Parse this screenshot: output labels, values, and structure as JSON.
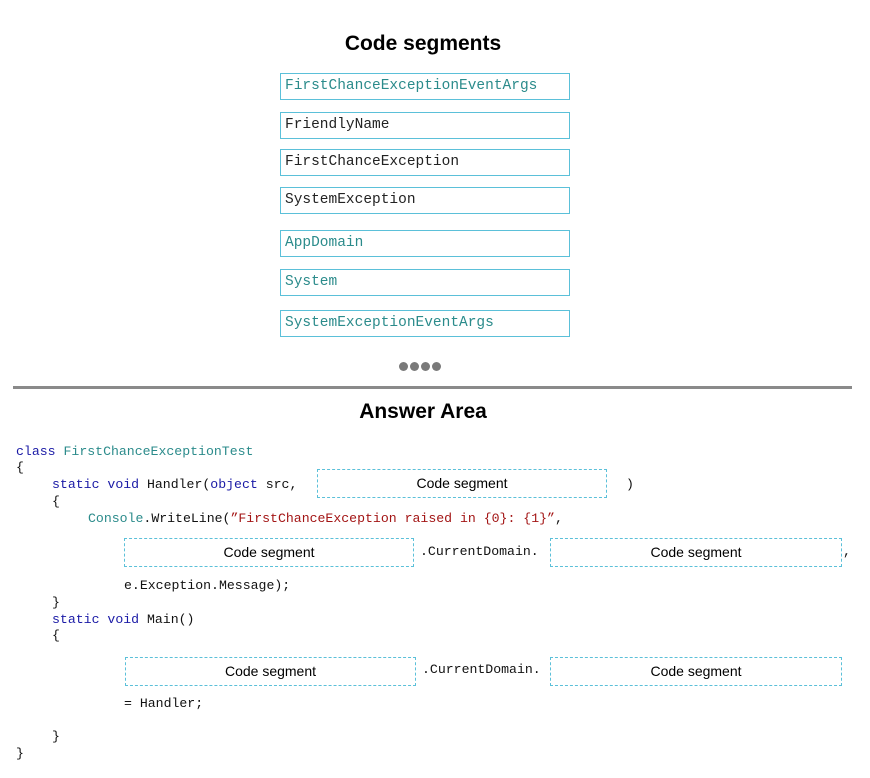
{
  "segments_title": "Code segments",
  "answer_title": "Answer Area",
  "segments": [
    {
      "label": "FirstChanceExceptionEventArgs",
      "color": "#2b8b8b"
    },
    {
      "label": "FriendlyName",
      "color": "#222222"
    },
    {
      "label": "FirstChanceException",
      "color": "#222222"
    },
    {
      "label": "SystemException",
      "color": "#222222"
    },
    {
      "label": "AppDomain",
      "color": "#2b8b8b"
    },
    {
      "label": "System",
      "color": "#2b8b8b"
    },
    {
      "label": "SystemExceptionEventArgs",
      "color": "#2b8b8b"
    }
  ],
  "drop_placeholder": "Code segment",
  "code": {
    "l1_kw": "class",
    "l1_type": "FirstChanceExceptionTest",
    "open_brace": "{",
    "close_brace": "}",
    "l3_static": "static",
    "l3_void": "void",
    "l3_handler": "Handler(",
    "l3_object": "object",
    "l3_src": "src,",
    "l3_close": ")",
    "l5_console": "Console",
    "l5_writeline": ".WriteLine(",
    "l5_string": "”FirstChanceException raised in {0}: {1}”",
    "l5_comma": ",",
    "current_domain": ".CurrentDomain.",
    "trailing_comma": ",",
    "l7_message": "e.Exception.Message);",
    "l9_static": "static",
    "l9_void": "void",
    "l9_main": "Main()",
    "l12_assign": "= Handler;"
  }
}
